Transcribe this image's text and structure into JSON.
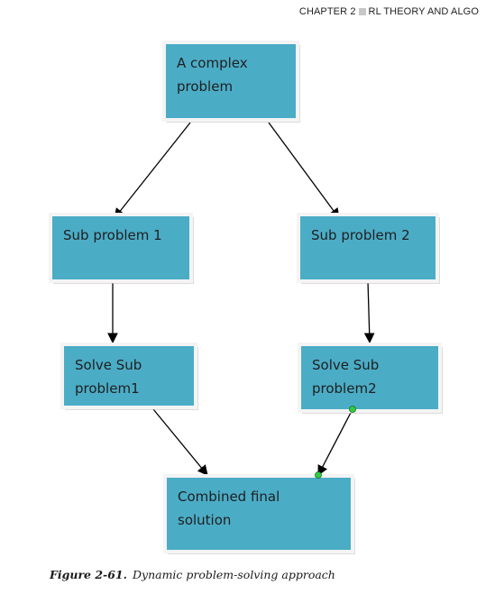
{
  "header": {
    "chapter": "CHAPTER 2",
    "section": "RL THEORY AND ALGO"
  },
  "colors": {
    "box_fill": "#4bacc6",
    "box_border": "#f4f4f4",
    "box_shadow": "#bfbfbf",
    "arrow": "#000000",
    "handle": "#2ecc40"
  },
  "nodes": {
    "complex_problem": {
      "lines": [
        "A complex",
        "problem"
      ]
    },
    "sub_problem_1": {
      "lines": [
        "Sub problem 1"
      ]
    },
    "sub_problem_2": {
      "lines": [
        "Sub problem 2"
      ]
    },
    "solve_sub_problem_1": {
      "lines": [
        "Solve Sub",
        "problem1"
      ]
    },
    "solve_sub_problem_2": {
      "lines": [
        "Solve Sub",
        "problem2"
      ]
    },
    "combined_solution": {
      "lines": [
        "Combined final",
        "solution"
      ]
    }
  },
  "edges": [
    {
      "from": "complex_problem",
      "to": "sub_problem_1"
    },
    {
      "from": "complex_problem",
      "to": "sub_problem_2"
    },
    {
      "from": "sub_problem_1",
      "to": "solve_sub_problem_1"
    },
    {
      "from": "sub_problem_2",
      "to": "solve_sub_problem_2"
    },
    {
      "from": "solve_sub_problem_1",
      "to": "combined_solution"
    },
    {
      "from": "solve_sub_problem_2",
      "to": "combined_solution",
      "selected": true
    }
  ],
  "caption": {
    "label": "Figure 2-61.",
    "text": "Dynamic problem-solving approach"
  }
}
